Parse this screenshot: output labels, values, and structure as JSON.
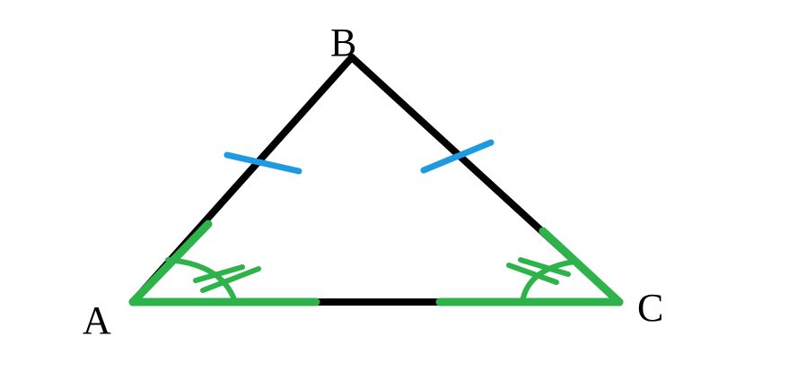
{
  "vertices": {
    "a": {
      "label": "A"
    },
    "b": {
      "label": "B"
    },
    "c": {
      "label": "C"
    }
  },
  "colors": {
    "triangle_sides": "#000000",
    "base_angle_highlight": "#2db34a",
    "equal_side_ticks": "#1e9be0",
    "labels": "#000000",
    "background": "#ffffff"
  },
  "marks": {
    "equal_sides": [
      "AB",
      "BC"
    ],
    "equal_angles": [
      "A",
      "C"
    ],
    "angle_tick_count": 2,
    "side_tick_count": 1
  }
}
